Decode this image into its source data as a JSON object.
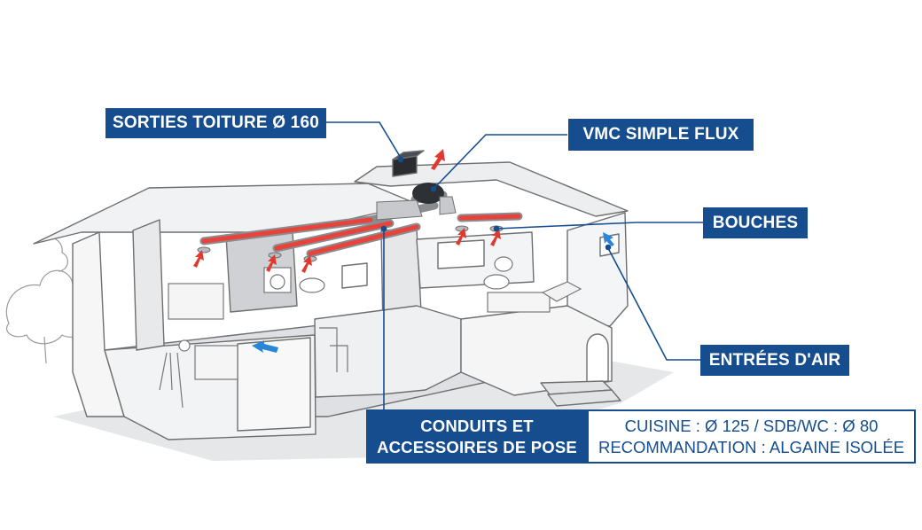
{
  "labels": {
    "roof_outlets": "SORTIES TOITURE Ø 160",
    "vmc_unit": "VMC SIMPLE FLUX",
    "vents": "BOUCHES",
    "air_inlets": "ENTRÉES D'AIR",
    "ducts_line1": "CONDUITS ET",
    "ducts_line2": "ACCESSOIRES DE POSE"
  },
  "spec": {
    "line1": "CUISINE : Ø 125 / SDB/WC : Ø 80",
    "line2": "RECOMMANDATION : ALGAINE ISOLÉE"
  },
  "colors": {
    "label_bg": "#154d8f",
    "leader": "#154d8f",
    "duct_red": "#e8433b",
    "airflow_red": "#e03a30",
    "airflow_blue": "#2a86d8",
    "house_stroke": "#6f6f6f"
  }
}
